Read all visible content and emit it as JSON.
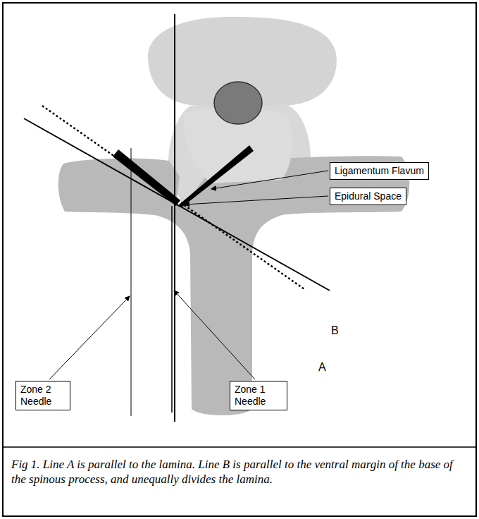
{
  "diagram": {
    "caption": "Fig 1. Line A is parallel to the lamina. Line B is parallel to the ventral margin of the base of the spinous process, and unequally divides the lamina.",
    "nodes": [
      {
        "text": [
          "Ligamentum Flavum"
        ]
      },
      {
        "text": [
          "Epidural Space"
        ]
      },
      {
        "text": [
          "Zone 2 Needle"
        ]
      },
      {
        "text": [
          "Zone 1 Needle"
        ]
      }
    ],
    "labels": [
      "A",
      "B"
    ]
  }
}
